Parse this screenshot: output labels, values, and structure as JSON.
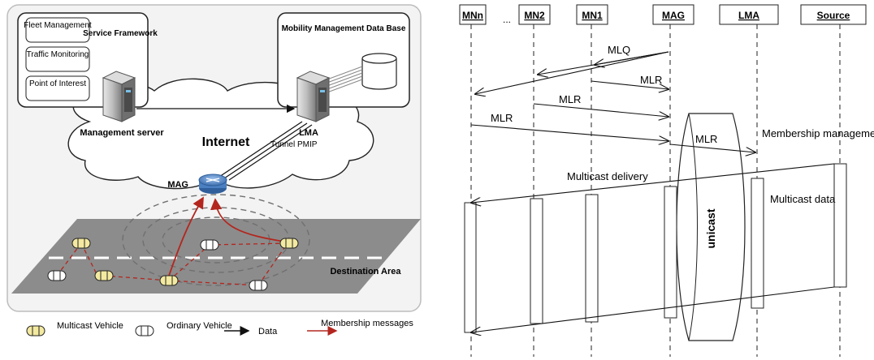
{
  "left_figure": {
    "service_boxes": [
      "Fleet Management",
      "Traffic Monitoring",
      "Point of Interest"
    ],
    "service_framework_label": "Service Framework",
    "mm_database_label": "Mobility Management Data Base",
    "management_server_label": "Management server",
    "internet_label": "Internet",
    "lma_label": "LMA",
    "tunnel_label": "Tunnel PMIP",
    "mag_label": "MAG",
    "destination_area_label": "Destination Area",
    "legend": {
      "multicast_vehicle": "Multicast Vehicle",
      "ordinary_vehicle": "Ordinary Vehicle",
      "data": "Data",
      "membership_messages": "Membership messages"
    }
  },
  "right_figure": {
    "entities": [
      "MNn",
      "...",
      "MN2",
      "MN1",
      "MAG",
      "LMA",
      "Source"
    ],
    "messages": {
      "mlq": "MLQ",
      "mlr1": "MLR",
      "mlr2": "MLR",
      "mlr3": "MLR",
      "mlr_tunnel": "MLR",
      "membership_management": "Membership management",
      "multicast_delivery": "Multicast delivery",
      "multicast_data": "Multicast data",
      "unicast": "unicast"
    }
  },
  "colors": {
    "membership_arrow": "#b3261e",
    "multicast_vehicle": "#f3e9a0",
    "road": "#8c8c8c",
    "router": "#4a7fc1"
  }
}
